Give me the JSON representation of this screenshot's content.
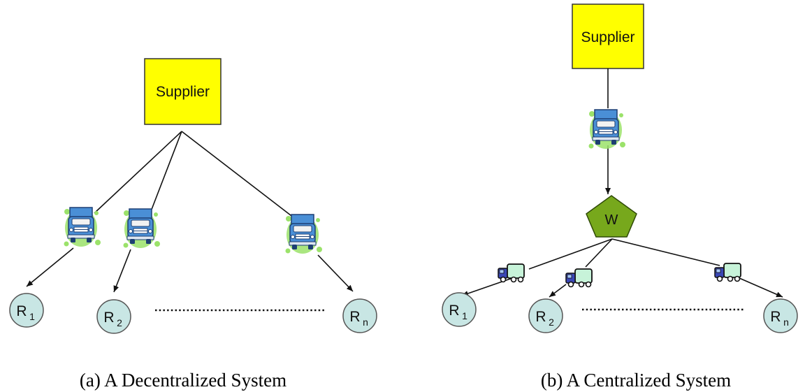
{
  "panel_a": {
    "supplier": "Supplier",
    "retailers": [
      {
        "base": "R",
        "sub": "1"
      },
      {
        "base": "R",
        "sub": "2"
      },
      {
        "base": "R",
        "sub": "n"
      }
    ],
    "caption": "(a) A Decentralized System"
  },
  "panel_b": {
    "supplier": "Supplier",
    "warehouse": "W",
    "retailers": [
      {
        "base": "R",
        "sub": "1"
      },
      {
        "base": "R",
        "sub": "2"
      },
      {
        "base": "R",
        "sub": "n"
      }
    ],
    "caption": "(b) A Centralized System"
  },
  "colors": {
    "supplier_fill": "#ffff00",
    "retailer_fill": "#c8e6e4",
    "warehouse_fill": "#77a81c",
    "big_truck_body": "#4a8fd6",
    "small_truck_body": "#c7f3d9",
    "halo": "#9be26a"
  },
  "icons": [
    "delivery-truck-icon",
    "small-truck-icon"
  ]
}
